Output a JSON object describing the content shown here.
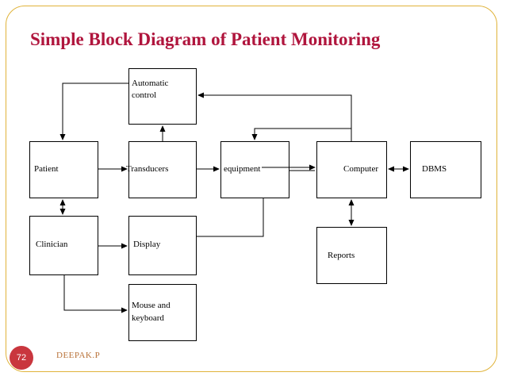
{
  "slide": {
    "title": "Simple Block Diagram of Patient Monitoring",
    "page_number": "72",
    "author": "DEEPAK.P",
    "colors": {
      "title": "#b0153d",
      "frame": "#e0b33a",
      "badge": "#c9363e",
      "author": "#b9733a"
    }
  },
  "diagram": {
    "blocks": {
      "automatic_control": {
        "line1": "Automatic",
        "line2": "control"
      },
      "patient": "Patient",
      "transducers": "Transducers",
      "equipment": "equipment",
      "computer": "Computer",
      "dbms": "DBMS",
      "clinician": "Clinician",
      "display": "Display",
      "reports": "Reports",
      "mouse_keyboard": {
        "line1": "Mouse and",
        "line2": "keyboard"
      }
    }
  }
}
